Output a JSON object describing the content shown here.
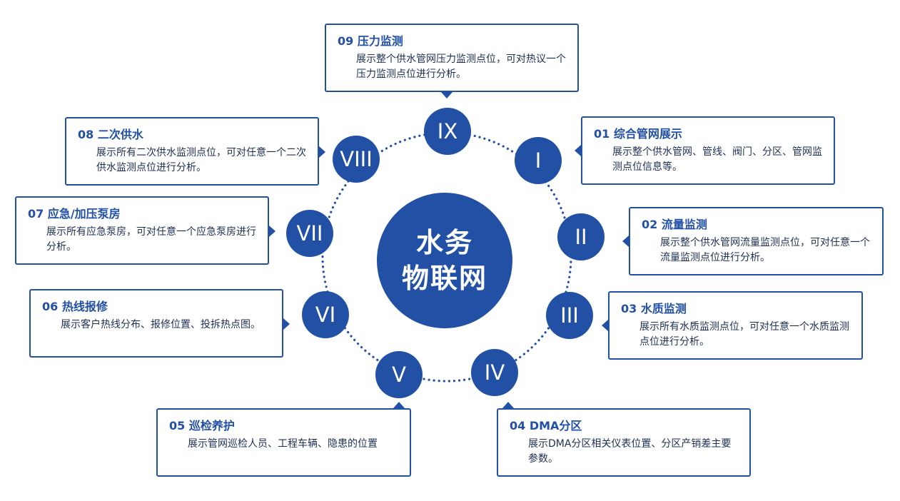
{
  "center": {
    "line1": "水务",
    "line2": "物联网"
  },
  "colors": {
    "primary": "#2150a4",
    "text": "#1e2f52",
    "background": "#ffffff"
  },
  "nodes": [
    {
      "numeral": "I"
    },
    {
      "numeral": "II"
    },
    {
      "numeral": "III"
    },
    {
      "numeral": "IV"
    },
    {
      "numeral": "V"
    },
    {
      "numeral": "VI"
    },
    {
      "numeral": "VII"
    },
    {
      "numeral": "VIII"
    },
    {
      "numeral": "IX"
    }
  ],
  "cards": [
    {
      "title": "01 综合管网展示",
      "desc": "展示整个供水管网、管线、阀门、分区、管网监测点位信息等。"
    },
    {
      "title": "02 流量监测",
      "desc": "展示整个供水管网流量监测点位，可对任意一个流量监测点位进行分析。"
    },
    {
      "title": "03 水质监测",
      "desc": "展示所有水质监测点位，可对任意一个水质监测点位进行分析。"
    },
    {
      "title": "04 DMA分区",
      "desc": "展示DMA分区相关仪表位置、分区产销差主要参数。"
    },
    {
      "title": "05 巡检养护",
      "desc": "展示管网巡检人员、工程车辆、隐患的位置"
    },
    {
      "title": "06 热线报修",
      "desc": "展示客户热线分布、报修位置、投拆热点图。"
    },
    {
      "title": "07 应急/加压泵房",
      "desc": "展示所有应急泵房，可对任意一个应急泵房进行分析。"
    },
    {
      "title": "08 二次供水",
      "desc": "展示所有二次供水监测点位，可对任意一个二次供水监测点位进行分析。"
    },
    {
      "title": "09 压力监测",
      "desc": "展示整个供水管网压力监测点位，可对热议一个压力监测点位进行分析。"
    }
  ]
}
